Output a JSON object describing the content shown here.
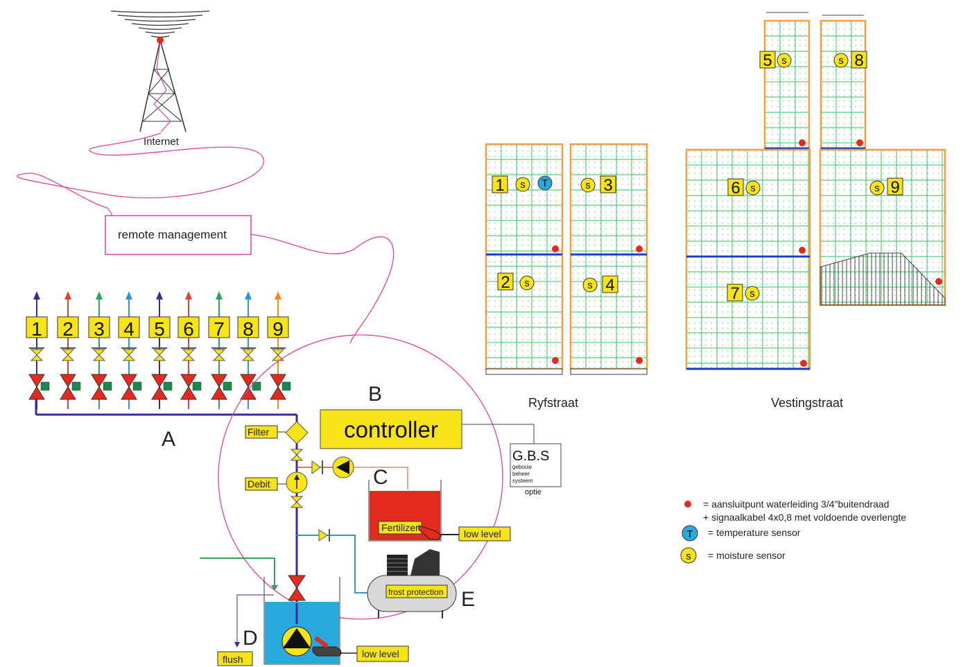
{
  "labels": {
    "internet": "Internet",
    "remote": "remote management",
    "controller": "controller",
    "gbs": "G.B.S",
    "gbs_sub1": "gebouw",
    "gbs_sub2": "beheer",
    "gbs_sub3": "systeem",
    "optie": "optie",
    "filter": "Filter",
    "debit": "Debit",
    "fertilizer": "Fertilizer",
    "low_level": "low level",
    "frost": "frost protection",
    "flush": "flush",
    "A": "A",
    "B": "B",
    "C": "C",
    "D": "D",
    "E": "E",
    "ryfstraat": "Ryfstraat",
    "vestingstraat": "Vestingstraat"
  },
  "zones": [
    "1",
    "2",
    "3",
    "4",
    "5",
    "6",
    "7",
    "8",
    "9"
  ],
  "zone_colors": [
    "#3a2a9c",
    "#e8402a",
    "#2aa65a",
    "#2a9ad6",
    "#3a2a9c",
    "#e8402a",
    "#2aa65a",
    "#2a9ad6",
    "#f08a1c"
  ],
  "field_labels": {
    "s": "s",
    "t": "T",
    "f1": "1",
    "f2": "2",
    "f3": "3",
    "f4": "4",
    "f5": "5",
    "f6": "6",
    "f7": "7",
    "f8": "8",
    "f9": "9"
  },
  "legend": {
    "dot_line1": "= aansluitpunt waterleiding 3/4\"buitendraad",
    "dot_line2": "+ signaalkabel 4x0,8 met voldoende overlengte",
    "t_symbol": "T",
    "t_text": "= temperature sensor",
    "s_symbol": "s",
    "s_text": "= moisture sensor"
  },
  "colors": {
    "yellow": "#f7e418",
    "red": "#e32a1e",
    "green_grid": "#3bbf5c",
    "orange_border": "#f0a040",
    "blue_line": "#1a3ccc",
    "pink": "#e040a0",
    "purple_pipe": "#3a2a9c",
    "water": "#29a8dc"
  }
}
